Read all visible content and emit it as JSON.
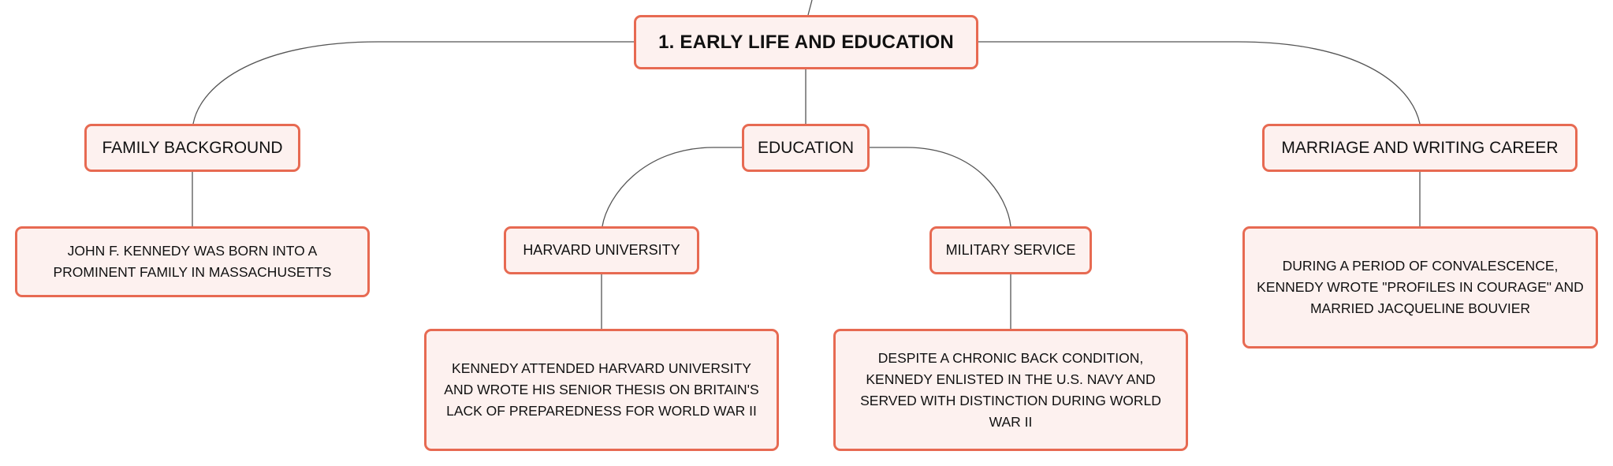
{
  "diagram": {
    "colors": {
      "node_border": "#e76a52",
      "node_fill": "#fdf1ef",
      "connector": "#555555",
      "text": "#111111"
    },
    "root": {
      "label": "1. EARLY LIFE AND EDUCATION"
    },
    "branches": {
      "family": {
        "label": "FAMILY BACKGROUND",
        "detail": "JOHN F. KENNEDY WAS BORN INTO A PROMINENT FAMILY IN MASSACHUSETTS"
      },
      "education": {
        "label": "EDUCATION",
        "harvard": {
          "label": "HARVARD UNIVERSITY",
          "detail": "KENNEDY ATTENDED HARVARD UNIVERSITY AND WROTE HIS SENIOR THESIS ON BRITAIN'S LACK OF PREPAREDNESS FOR WORLD WAR II"
        },
        "military": {
          "label": "MILITARY SERVICE",
          "detail": "DESPITE A CHRONIC BACK CONDITION, KENNEDY ENLISTED IN THE U.S. NAVY AND SERVED WITH DISTINCTION DURING WORLD WAR II"
        }
      },
      "marriage": {
        "label": "MARRIAGE AND WRITING CAREER",
        "detail": "DURING A PERIOD OF CONVALESCENCE, KENNEDY WROTE \"PROFILES IN COURAGE\" AND MARRIED JACQUELINE BOUVIER"
      }
    }
  }
}
